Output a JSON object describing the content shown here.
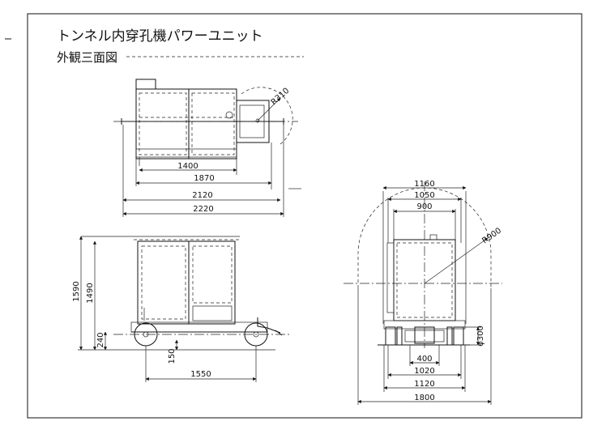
{
  "title": {
    "main": "トンネル内穿孔機パワーユニット",
    "sub": "外観三面図"
  },
  "dimensions": {
    "top_view": {
      "d1400": "1400",
      "d1870": "1870",
      "d2120": "2120",
      "d2220": "2220",
      "r310": "R310"
    },
    "side_view": {
      "d1590": "1590",
      "d1490": "1490",
      "d240": "240",
      "d150": "150",
      "d1550": "1550"
    },
    "front_view": {
      "d1160": "1160",
      "d1050": "1050",
      "d900": "900",
      "r900": "R900",
      "d300": "φ300",
      "d400": "400",
      "d1020": "1020",
      "d1120": "1120",
      "d1800": "1800"
    }
  }
}
